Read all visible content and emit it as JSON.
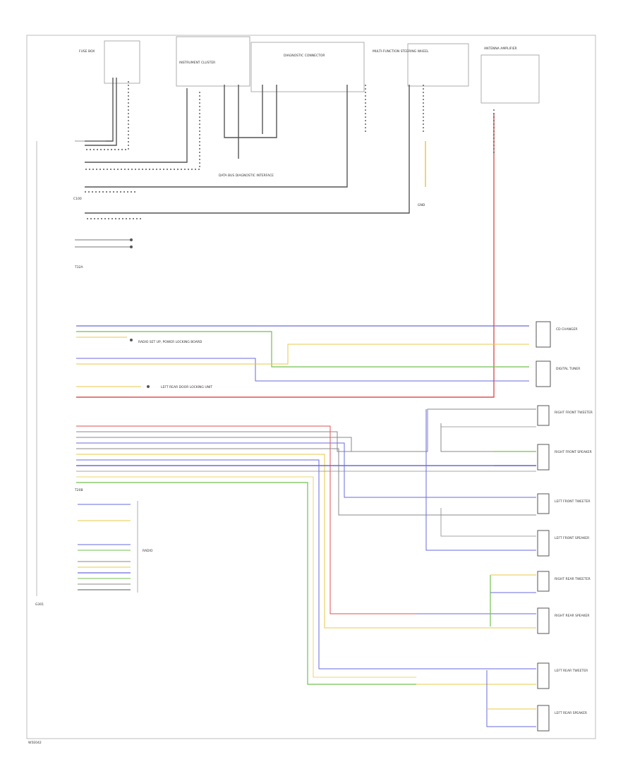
{
  "labels": {
    "ground_frame_left": "G301",
    "diagram_id": "W5E042",
    "splice_c1": "C100",
    "connector_t32": "T32A",
    "connector_t20": "T20B",
    "dimmer_module": "RADIO SET UP, POWER LOCKING BOARD",
    "left_door_lock": "LEFT REAR DOOR LOCKING UNIT",
    "cd_changer": "CD CHANGER",
    "digital_tuner": "DIGITAL TUNER",
    "right_front_tweeter": "RIGHT FRONT TWEETER",
    "right_front_speaker": "RIGHT FRONT SPEAKER",
    "left_front_tweeter": "LEFT FRONT TWEETER",
    "left_front_speaker": "LEFT FRONT SPEAKER",
    "right_rear_tweeter": "RIGHT REAR TWEETER",
    "right_rear_speaker": "RIGHT REAR SPEAKER",
    "left_rear_tweeter": "LEFT REAR TWEETER",
    "left_rear_speaker": "LEFT REAR SPEAKER",
    "ground_point": "GND",
    "antenna_amp": "ANTENNA AMPLIFIER",
    "instrument_cluster": "INSTRUMENT CLUSTER",
    "fuse_box": "FUSE BOX",
    "diagnostic_conn": "DIAGNOSTIC CONNECTOR",
    "radio": "RADIO",
    "steering_wheel": "MULTI-FUNCTION STEERING WHEEL",
    "data_bus": "DATA BUS DIAGNOSTIC INTERFACE"
  },
  "colors": {
    "red": "#e05050",
    "blue": "#6a6ae0",
    "green": "#70c050",
    "yellow": "#e8c84a",
    "gray": "#8a8a8a",
    "black": "#555555"
  }
}
